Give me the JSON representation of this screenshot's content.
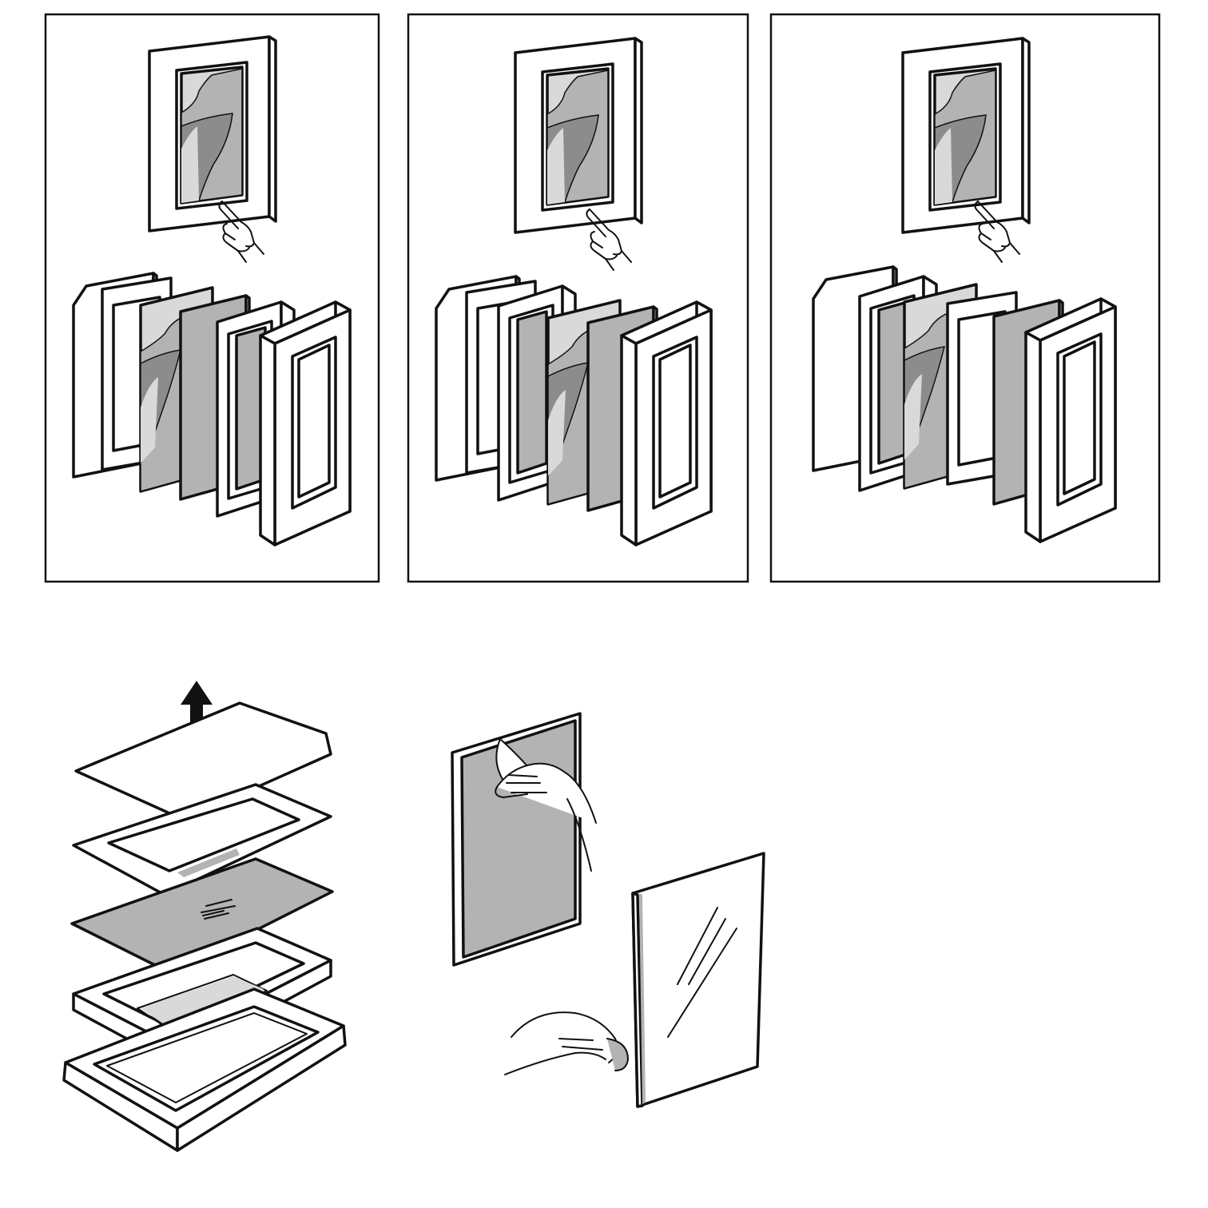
{
  "colors": {
    "ink": "#111111",
    "paper": "#ffffff",
    "gray_medium": "#b3b3b3",
    "gray_light": "#d9d9d9",
    "gray_dark": "#8c8c8c"
  },
  "panels": [
    {
      "variant": "standard"
    },
    {
      "variant": "double-mat"
    },
    {
      "variant": "passe-partout"
    }
  ],
  "icons": {
    "finger": "pointing-hand-icon",
    "arrow": "arrow-up-icon",
    "peel": "peeling-hand-icon"
  }
}
